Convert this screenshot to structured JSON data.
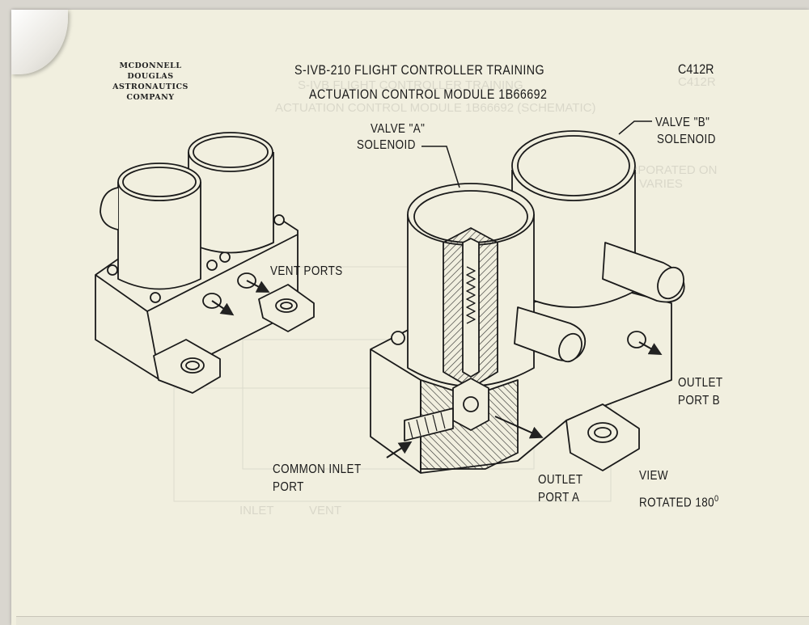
{
  "header": {
    "company_lines": [
      "MCDONNELL",
      "DOUGLAS",
      "ASTRONAUTICS",
      "COMPANY"
    ],
    "title_line1": "S-IVB-210 FLIGHT CONTROLLER TRAINING",
    "title_line2": "ACTUATION CONTROL MODULE 1B66692",
    "document_number": "C412R"
  },
  "labels": {
    "vent_ports": "VENT PORTS",
    "valve_a_line1": "VALVE \"A\"",
    "valve_a_line2": "SOLENOID",
    "valve_b_line1": "VALVE \"B\"",
    "valve_b_line2": "SOLENOID",
    "outlet_b_line1": "OUTLET",
    "outlet_b_line2": "PORT B",
    "common_inlet_line1": "COMMON INLET",
    "common_inlet_line2": "PORT",
    "outlet_a_line1": "OUTLET",
    "outlet_a_line2": "PORT A",
    "view_line1": "VIEW",
    "view_line2": "ROTATED 180",
    "view_degree": "0"
  }
}
